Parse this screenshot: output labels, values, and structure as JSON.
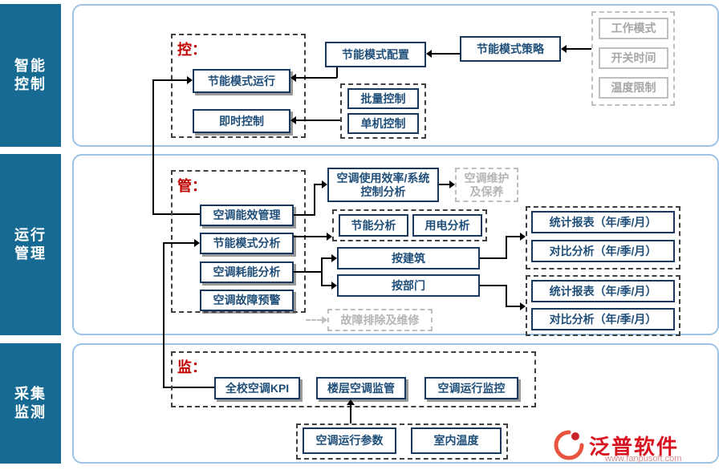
{
  "sidebar": {
    "control": "智能\n控制",
    "operation": "运行\n管理",
    "collection": "采集\n监测"
  },
  "control_section": {
    "group_label": "控：",
    "energy_mode_run": "节能模式运行",
    "instant_control": "即时控制",
    "energy_mode_config": "节能模式配置",
    "energy_mode_strategy": "节能模式策略",
    "work_mode": "工作模式",
    "switch_time": "开关时间",
    "temp_limit": "温度限制",
    "batch_control": "批量控制",
    "single_control": "单机控制"
  },
  "operation_section": {
    "group_label": "管：",
    "efficiency_mgmt": "空调能效管理",
    "mode_analysis": "节能模式分析",
    "consumption_analysis": "空调耗能分析",
    "fault_warning": "空调故障预警",
    "usage_efficiency": "空调使用效率/系统\n控制分析",
    "maintenance": "空调维护\n及保养",
    "saving_analysis": "节能分析",
    "power_analysis": "用电分析",
    "by_building": "按建筑",
    "by_department": "按部门",
    "troubleshooting": "故障排除及维修",
    "report1_stat": "统计报表（年/季/月）",
    "report1_compare": "对比分析（年/季/月）",
    "report2_stat": "统计报表（年/季/月）",
    "report2_compare": "对比分析（年/季/月）"
  },
  "monitor_section": {
    "group_label": "监：",
    "campus_kpi": "全校空调KPI",
    "floor_monitor": "楼层空调监管",
    "run_monitor": "空调运行监控",
    "run_params": "空调运行参数",
    "indoor_temp": "室内温度"
  },
  "logo": {
    "name": "泛普软件",
    "site": "www.fanpusoft.com"
  },
  "colors": {
    "sidebar_blue": "#176b93",
    "section_border": "#9cc2e5",
    "box_border": "#17375e",
    "box_text": "#1f4e79",
    "group_label_red": "#c00000",
    "gray": "#bfbfbf",
    "logo_red": "#d8121f"
  }
}
